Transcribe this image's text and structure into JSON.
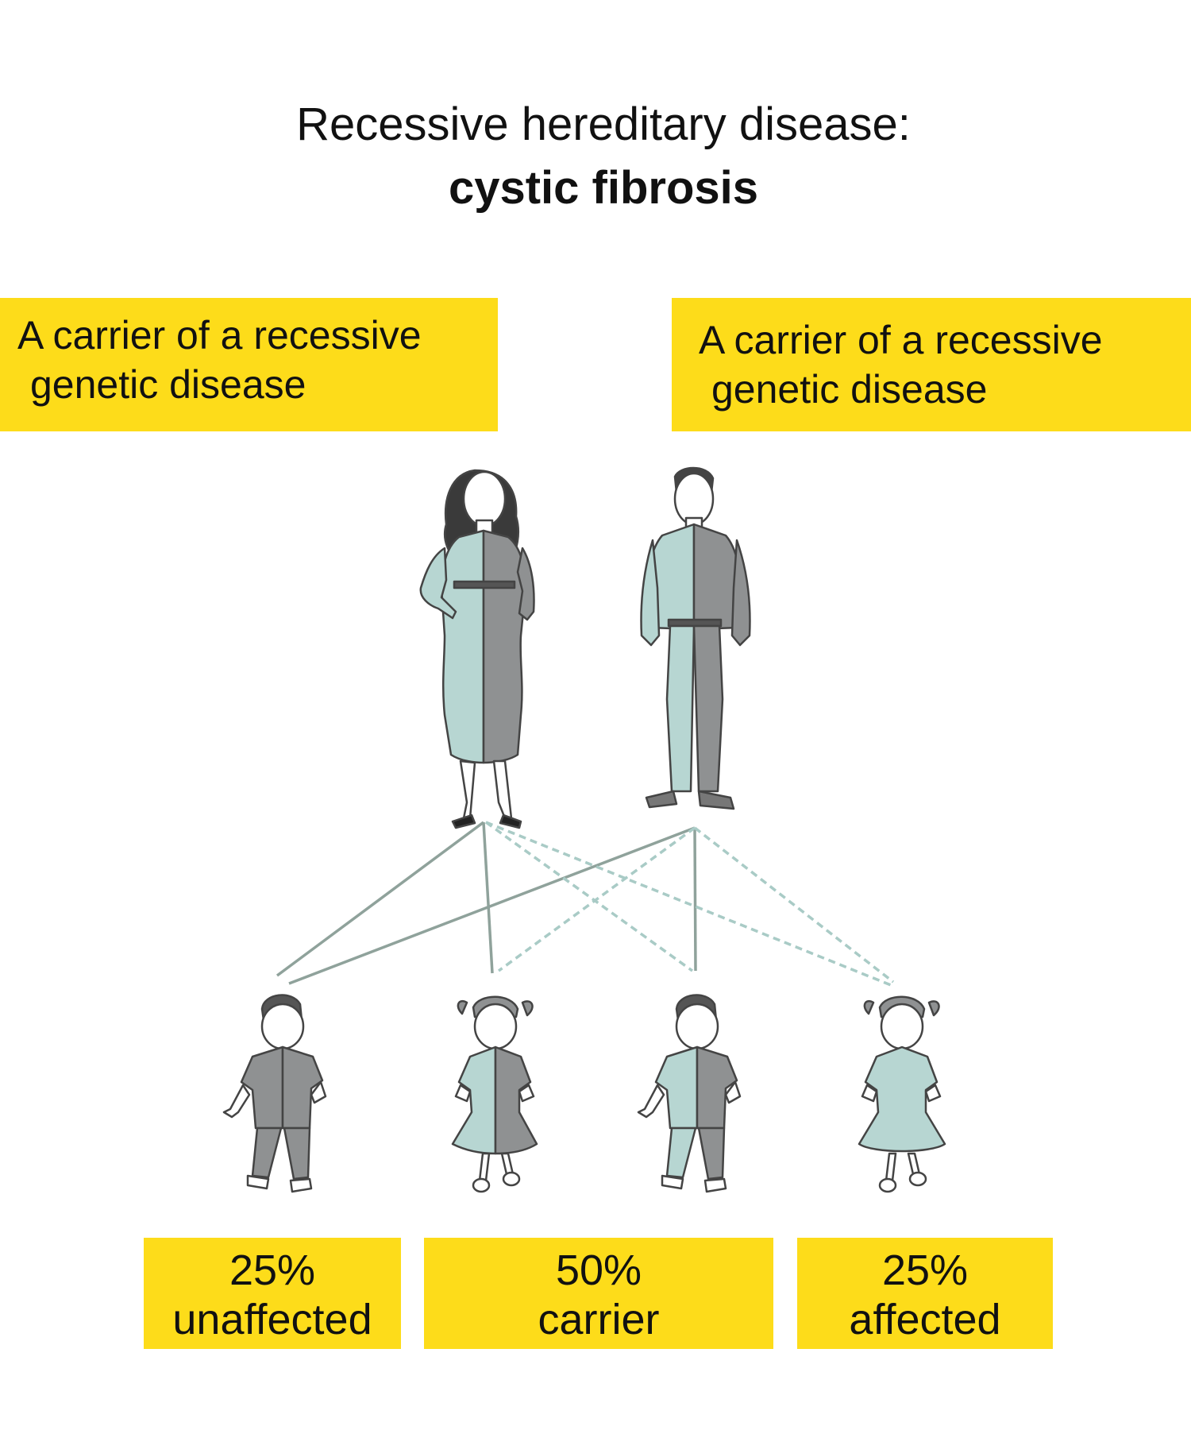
{
  "title": {
    "line1": "Recessive hereditary disease:",
    "line2": "cystic fibrosis"
  },
  "parents": {
    "left_label": {
      "line1": "A carrier of a recessive",
      "line2": "genetic disease"
    },
    "right_label": {
      "line1": "A carrier of a recessive",
      "line2": "genetic disease"
    }
  },
  "outcomes": [
    {
      "percent": "25%",
      "label": "unaffected"
    },
    {
      "percent": "50%",
      "label": "carrier"
    },
    {
      "percent": "25%",
      "label": "affected"
    }
  ],
  "colors": {
    "label_bg": "#fddc1a",
    "healthy_gene": "#b7d6d2",
    "faulty_gene": "#8f9192",
    "outline": "#444444",
    "solid_line": "#8fa29b",
    "dashed_line": "#a9cbc6"
  }
}
